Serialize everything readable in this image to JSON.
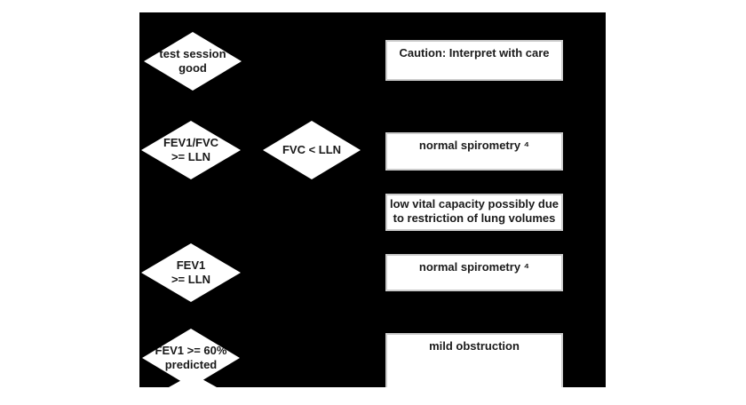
{
  "colors": {
    "canvas_background": "#000000",
    "node_fill": "#ffffff",
    "outcome_border": "#cccccc",
    "text": "#1a1a1a"
  },
  "flowchart": {
    "decisions": [
      {
        "id": "test-session-good",
        "lines": [
          "test session",
          "good"
        ]
      },
      {
        "id": "fev1-fvc-gte-lln",
        "lines": [
          "FEV1/FVC",
          ">= LLN"
        ]
      },
      {
        "id": "fvc-lt-lln",
        "lines": [
          "FVC < LLN"
        ]
      },
      {
        "id": "fev1-gte-lln",
        "lines": [
          "FEV1",
          ">= LLN"
        ]
      },
      {
        "id": "fev1-gte-60-pred",
        "lines": [
          "FEV1 >= 60%",
          "predicted"
        ]
      }
    ],
    "outcomes": [
      {
        "id": "caution",
        "lines": [
          "Caution: Interpret with care"
        ]
      },
      {
        "id": "normal-spirometry-1",
        "lines": [
          "normal spirometry ⁴"
        ]
      },
      {
        "id": "low-vital-capacity",
        "lines": [
          "low vital capacity possibly due",
          "to restriction of lung volumes"
        ]
      },
      {
        "id": "normal-spirometry-2",
        "lines": [
          "normal spirometry ⁴"
        ]
      },
      {
        "id": "mild-obstruction",
        "lines": [
          "mild obstruction"
        ]
      }
    ]
  }
}
